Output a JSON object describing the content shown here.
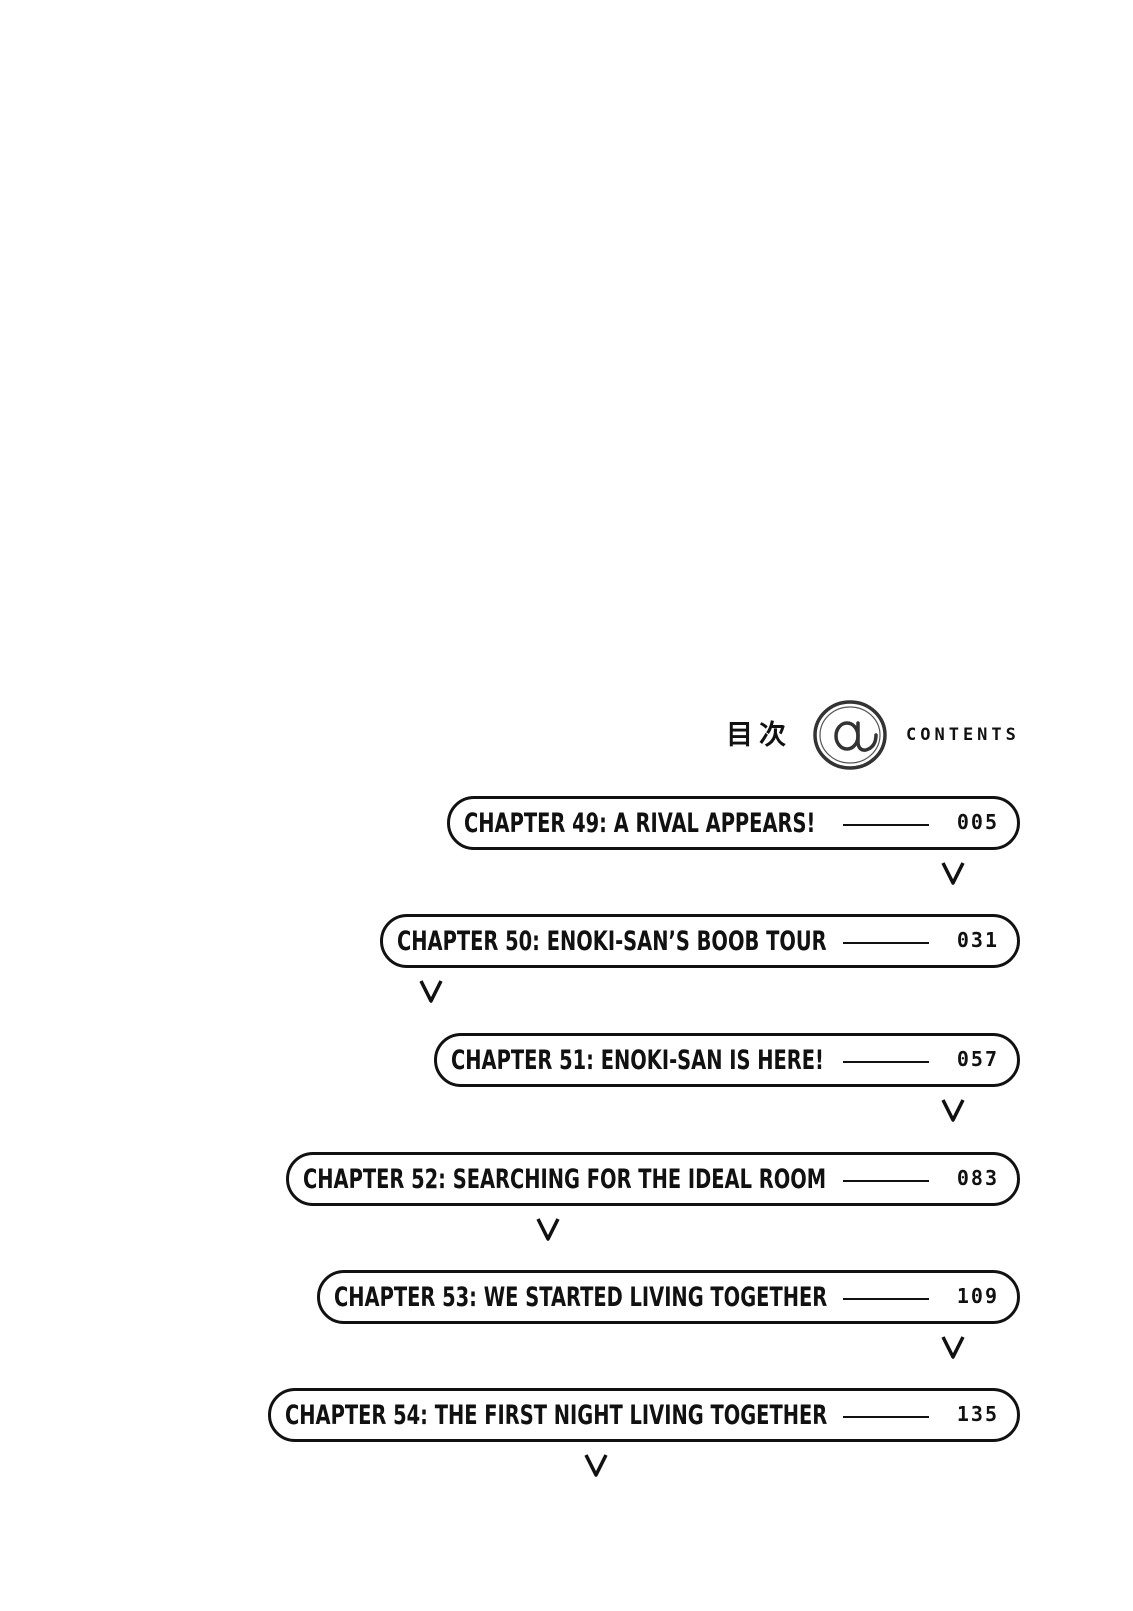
{
  "header": {
    "kanji": "目次",
    "icon": "at-sign-icon",
    "label": "CONTENTS"
  },
  "chapters": [
    {
      "title": "CHAPTER 49: A RIVAL APPEARS!",
      "page": "005"
    },
    {
      "title": "CHAPTER 50: ENOKI-SAN’S BOOB TOUR",
      "page": "031"
    },
    {
      "title": "CHAPTER 51: ENOKI-SAN IS HERE!",
      "page": "057"
    },
    {
      "title": "CHAPTER 52: SEARCHING FOR THE IDEAL ROOM",
      "page": "083"
    },
    {
      "title": "CHAPTER 53: WE STARTED LIVING TOGETHER",
      "page": "109"
    },
    {
      "title": "CHAPTER 54: THE FIRST NIGHT LIVING TOGETHER",
      "page": "135"
    }
  ]
}
